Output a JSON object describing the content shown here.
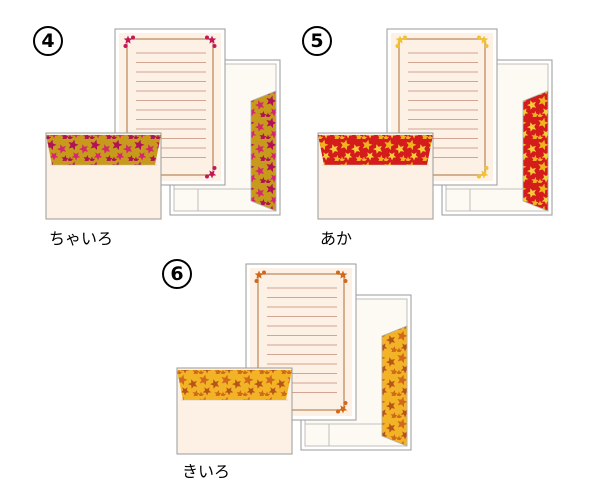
{
  "sets": [
    {
      "number": "4",
      "label": "ちゃいろ",
      "colors": {
        "pattern_bg": "#c79a1c",
        "leaf": "#b11156",
        "leaf_alt": "#d4286e",
        "corner_ornament": "#c2185b",
        "frame_line": "#c9a07a",
        "ruled_line": "#c48a75"
      }
    },
    {
      "number": "5",
      "label": "あか",
      "colors": {
        "pattern_bg": "#d41c1c",
        "leaf": "#f0b41e",
        "leaf_alt": "#f7cc3a",
        "corner_ornament": "#f2c230",
        "frame_line": "#c9a07a",
        "ruled_line": "#c48a75"
      }
    },
    {
      "number": "6",
      "label": "きいろ",
      "colors": {
        "pattern_bg": "#f2b426",
        "leaf": "#d06a1a",
        "leaf_alt": "#b8541a",
        "corner_ornament": "#d06a1a",
        "frame_line": "#c9a07a",
        "ruled_line": "#c48a75"
      }
    }
  ]
}
